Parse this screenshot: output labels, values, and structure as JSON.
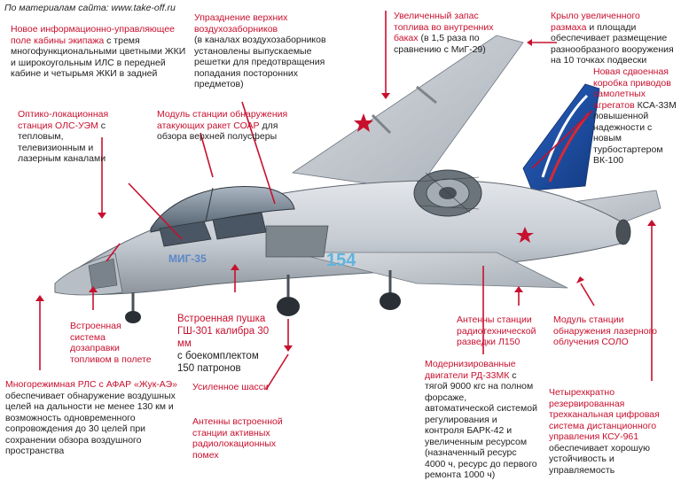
{
  "source": "По материалам сайта: www.take-off.ru",
  "labels": {
    "mfd_title": "Новое информационно-управляющее поле кабины экипажа",
    "mfd_body": "с тремя многофункциональными цветными ЖКИ и широкоугольным ИЛС в передней кабине и четырьмя ЖКИ в задней",
    "intakes_title": "Упразднение верхних воздухозаборников",
    "intakes_body": "(в каналах воздухозаборников установлены выпускаемые решетки для предотвращения попадания посторонних предметов)",
    "fuel_title": "Увеличенный запас топлива во внутренних баках",
    "fuel_body": "(в 1,5 раза по сравнению с МиГ-29)",
    "wing_title": "Крыло увеличенного размаха",
    "wing_body": "и площади обеспечивает размещение разнообразного вооружения на 10 точках подвески",
    "gearbox_title": "Новая сдвоенная коробка приводов самолетных агрегатов",
    "gearbox_body": "КСА-33М повышенной надежности с новым турбостартером ВК-100",
    "ols_title": "Оптико-локационная станция ОЛС-УЭМ",
    "ols_body": "с тепловым, телевизионным и лазерным каналами",
    "soar_title": "Модуль станции обнаружения атакующих ракет СОАР",
    "soar_body": "для обзора верхней полусферы",
    "refuel": "Встроенная система дозаправки топливом в полете",
    "gun_title": "Встроенная пушка ГШ-301 калибра 30 мм",
    "gun_body": "с боекомплектом 150 патронов",
    "radio_antennas": "Антенны станции радиотехнической разведки Л150",
    "solo": "Модуль станции обнаружения лазерного облучения СОЛО",
    "radar_title": "Многорежимная РЛС с АФАР «Жук-АЭ»",
    "radar_body": "обеспечивает обнаружение воздушных целей на дальности не менее 130 км и возможность одновременного сопровождения до 30 целей при сохранении обзора воздушного пространства",
    "gear": "Усиленное шасси",
    "active_antennas": "Антенны встроенной станции активных радиолокационных помех",
    "engine_title": "Модернизированные двигатели РД-33МК",
    "engine_body": "с тягой 9000 кгс на полном форсаже, автоматической системой регулирования и контроля БАРК-42 и увеличенным ресурсом (назначенный ресурс 4000 ч, ресурс до первого ремонта 1000 ч)",
    "fbw_title": "Четырехкратно резервированная трехканальная цифровая система дистанционного управления КСУ-961",
    "fbw_body": "обеспечивает хорошую устойчивость и управляемость"
  },
  "aircraft": {
    "side_number": "154",
    "nose_text": "МИГ-35",
    "colors": {
      "body": "#c9ced4",
      "body_dark": "#8f979f",
      "tail_blue": "#1e4fa8",
      "accent_red": "#c8102e",
      "canopy": "#5a6a78"
    }
  }
}
